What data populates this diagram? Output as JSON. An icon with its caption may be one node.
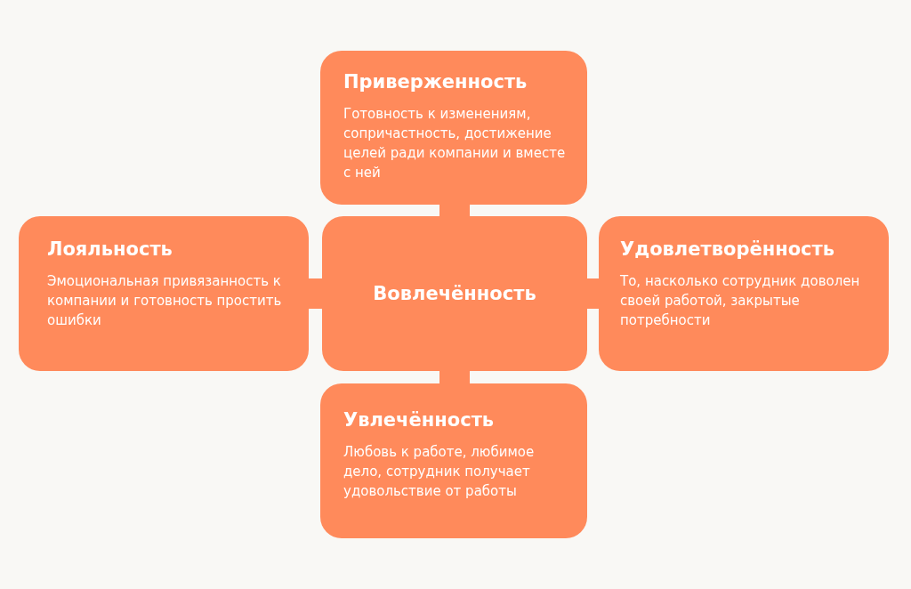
{
  "diagram": {
    "nodes": [
      {
        "text": [
          "Приверженность",
          "Готовность к изменениям, сопричастность, достижение целей ради компании и вместе с ней"
        ]
      },
      {
        "text": [
          "Лояльность",
          "Эмоциональная привязанность к компании и готовность простить ошибки"
        ]
      },
      {
        "text": [
          "Вовлечённость"
        ]
      },
      {
        "text": [
          "Удовлетворённость",
          "То, насколько сотрудник доволен своей работой, закрытые потребности"
        ]
      },
      {
        "text": [
          "Увлечённость",
          "Любовь к работе, любимое дело, сотрудник получает удовольствие от работы"
        ]
      }
    ],
    "edges": [
      {
        "from": 2,
        "to": 0,
        "arrow": "none"
      },
      {
        "from": 2,
        "to": 1,
        "arrow": "none"
      },
      {
        "from": 2,
        "to": 3,
        "arrow": "none"
      },
      {
        "from": 2,
        "to": 4,
        "arrow": "none"
      }
    ]
  }
}
